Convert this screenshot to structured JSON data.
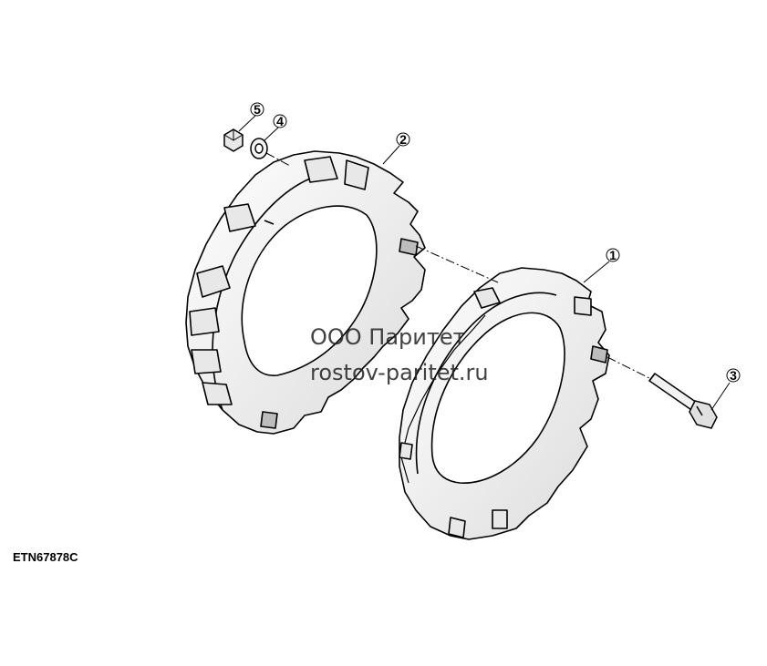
{
  "callouts": [
    {
      "label": "1",
      "name": "callout-1-weight-inner"
    },
    {
      "label": "2",
      "name": "callout-2-weight-outer"
    },
    {
      "label": "3",
      "name": "callout-3-bolt"
    },
    {
      "label": "4",
      "name": "callout-4-washer"
    },
    {
      "label": "5",
      "name": "callout-5-nut"
    }
  ],
  "watermark": {
    "company": "ООО Паритет",
    "website": "rostov-paritet.ru"
  },
  "figure_id": "ETN67878C",
  "colors": {
    "line": "#000000",
    "fill_light": "#f0f0f0",
    "fill_mid": "#d9d9d9",
    "background": "#ffffff"
  }
}
